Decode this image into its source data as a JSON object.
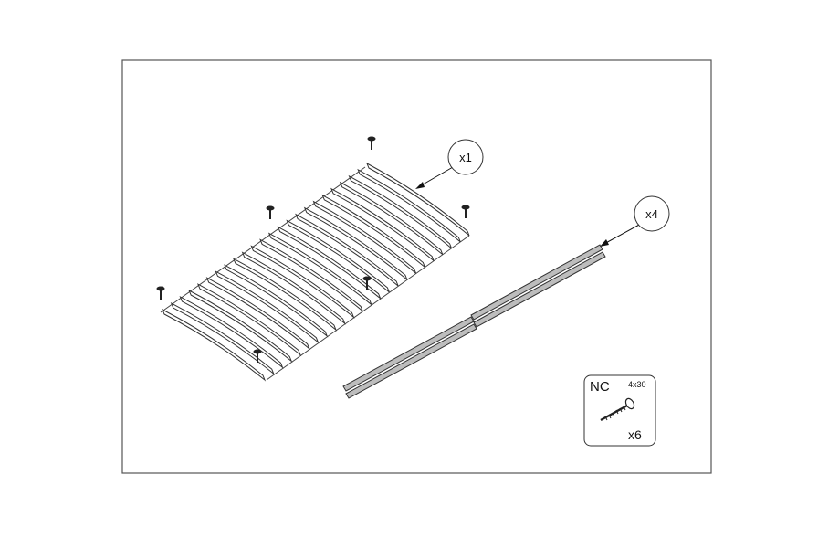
{
  "callouts": {
    "slat_base_qty": "x1",
    "rail_qty": "x4"
  },
  "hardware": {
    "code": "NC",
    "size": "4x30",
    "qty": "x6",
    "icon": "screw-icon"
  },
  "parts": {
    "slat_count": 24,
    "screw_count": 6
  }
}
